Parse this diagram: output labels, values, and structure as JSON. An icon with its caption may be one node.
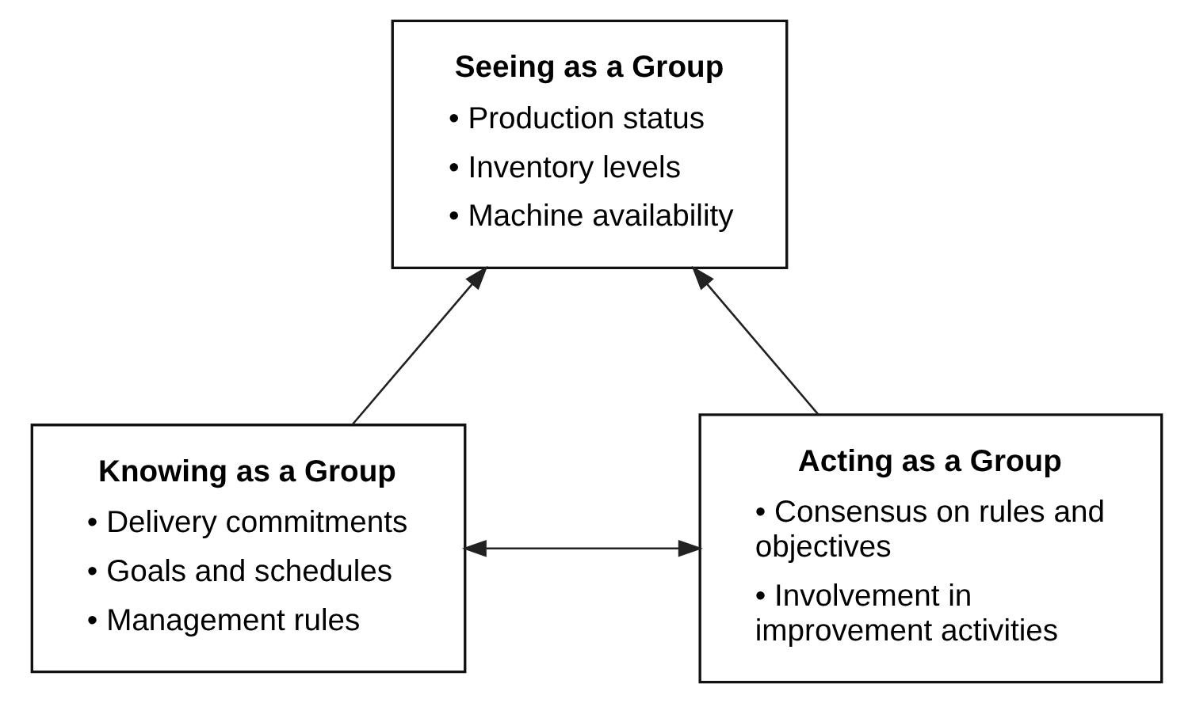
{
  "diagram": {
    "nodes": [
      {
        "text": [
          "Seeing as a Group",
          "• Production status",
          "• Inventory levels",
          "• Machine availability"
        ]
      },
      {
        "text": [
          "Knowing as a Group",
          "• Delivery commitments",
          "• Goals and schedules",
          "• Management rules"
        ]
      },
      {
        "text": [
          "Acting as a Group",
          "• Consensus on rules and objectives",
          "• Involvement in improvement activities"
        ]
      }
    ],
    "edges": [
      {
        "from": 1,
        "to": 0,
        "arrow": "to"
      },
      {
        "from": 2,
        "to": 0,
        "arrow": "to"
      },
      {
        "from": 1,
        "to": 2,
        "arrow": "both"
      }
    ]
  }
}
